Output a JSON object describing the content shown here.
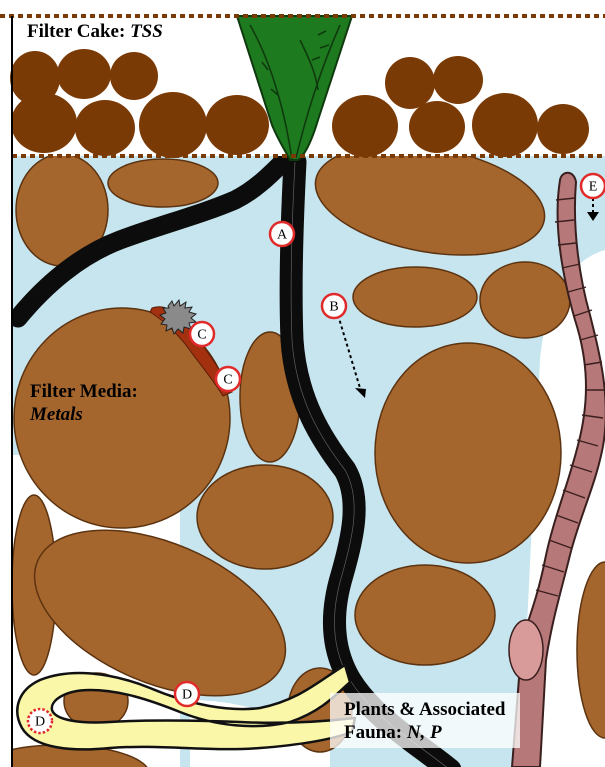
{
  "labels": {
    "filter_cake_prefix": "Filter Cake: ",
    "filter_cake_em": "TSS",
    "filter_media_prefix": "Filter Media:",
    "filter_media_em": "Metals",
    "fauna_line1": "Plants & Associated",
    "fauna_line2_prefix": "Fauna: ",
    "fauna_line2_em": "N, P"
  },
  "markers": {
    "a": "A",
    "b": "B",
    "c1": "C",
    "c2": "C",
    "d1": "D",
    "d2": "D",
    "e": "E"
  },
  "colors": {
    "water": "#c6e5ef",
    "particle": "#a5662e",
    "particle_stroke": "#5c3310",
    "cake": "#7a3a06",
    "root": "#0c0c0c",
    "plant": "#1e7a1e",
    "worm": "#b67878",
    "larva": "#fbf7a9",
    "marker_stroke": "#e12a2a",
    "rust": "#a3310f",
    "microbe": "#8a8a8a",
    "layer_line": "#7a3a06"
  }
}
